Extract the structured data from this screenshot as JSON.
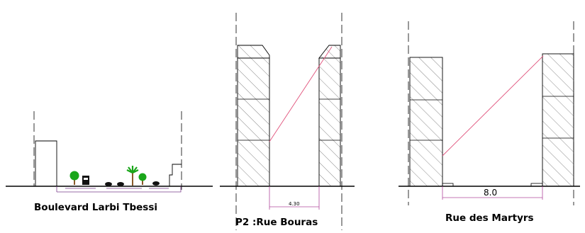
{
  "sections": [
    {
      "title": "Boulevard Larbi Tbessi"
    },
    {
      "title": "P2 :Rue Bouras",
      "dimension": "4.30"
    },
    {
      "title": "Rue des Martyrs",
      "dimension": "8.0"
    }
  ],
  "colors": {
    "line": "#000000",
    "hatch": "#555555",
    "sight_line": "#e0507a",
    "dimension": "#b04a9c",
    "tree_green": "#1aa61a",
    "trunk": "#8a5a2b"
  }
}
